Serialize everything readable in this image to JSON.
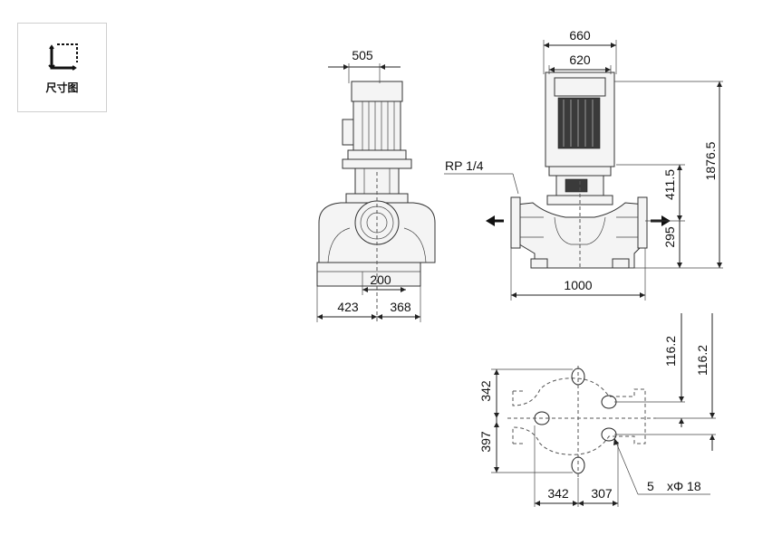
{
  "tab": {
    "label": "尺寸图",
    "icon": "dimensions-icon"
  },
  "drawing": {
    "side_view": {
      "width_top": "505",
      "center_offset": "200",
      "left_half": "423",
      "right_half": "368"
    },
    "front_view": {
      "motor_outer": "660",
      "motor_inner": "620",
      "port_label": "RP 1/4",
      "height_upper": "411.5",
      "height_total": "1876.5",
      "height_lower": "295",
      "length": "1000"
    },
    "plan_view": {
      "top_offset": "342",
      "bottom_offset": "397",
      "vertical_a": "116.2",
      "vertical_b": "116.2",
      "base_left": "342",
      "base_right": "307",
      "hole_count": "5",
      "hole_spec": "xΦ 18"
    }
  },
  "colors": {
    "line": "#222222",
    "text": "#111111",
    "border": "#cfcfcf"
  }
}
